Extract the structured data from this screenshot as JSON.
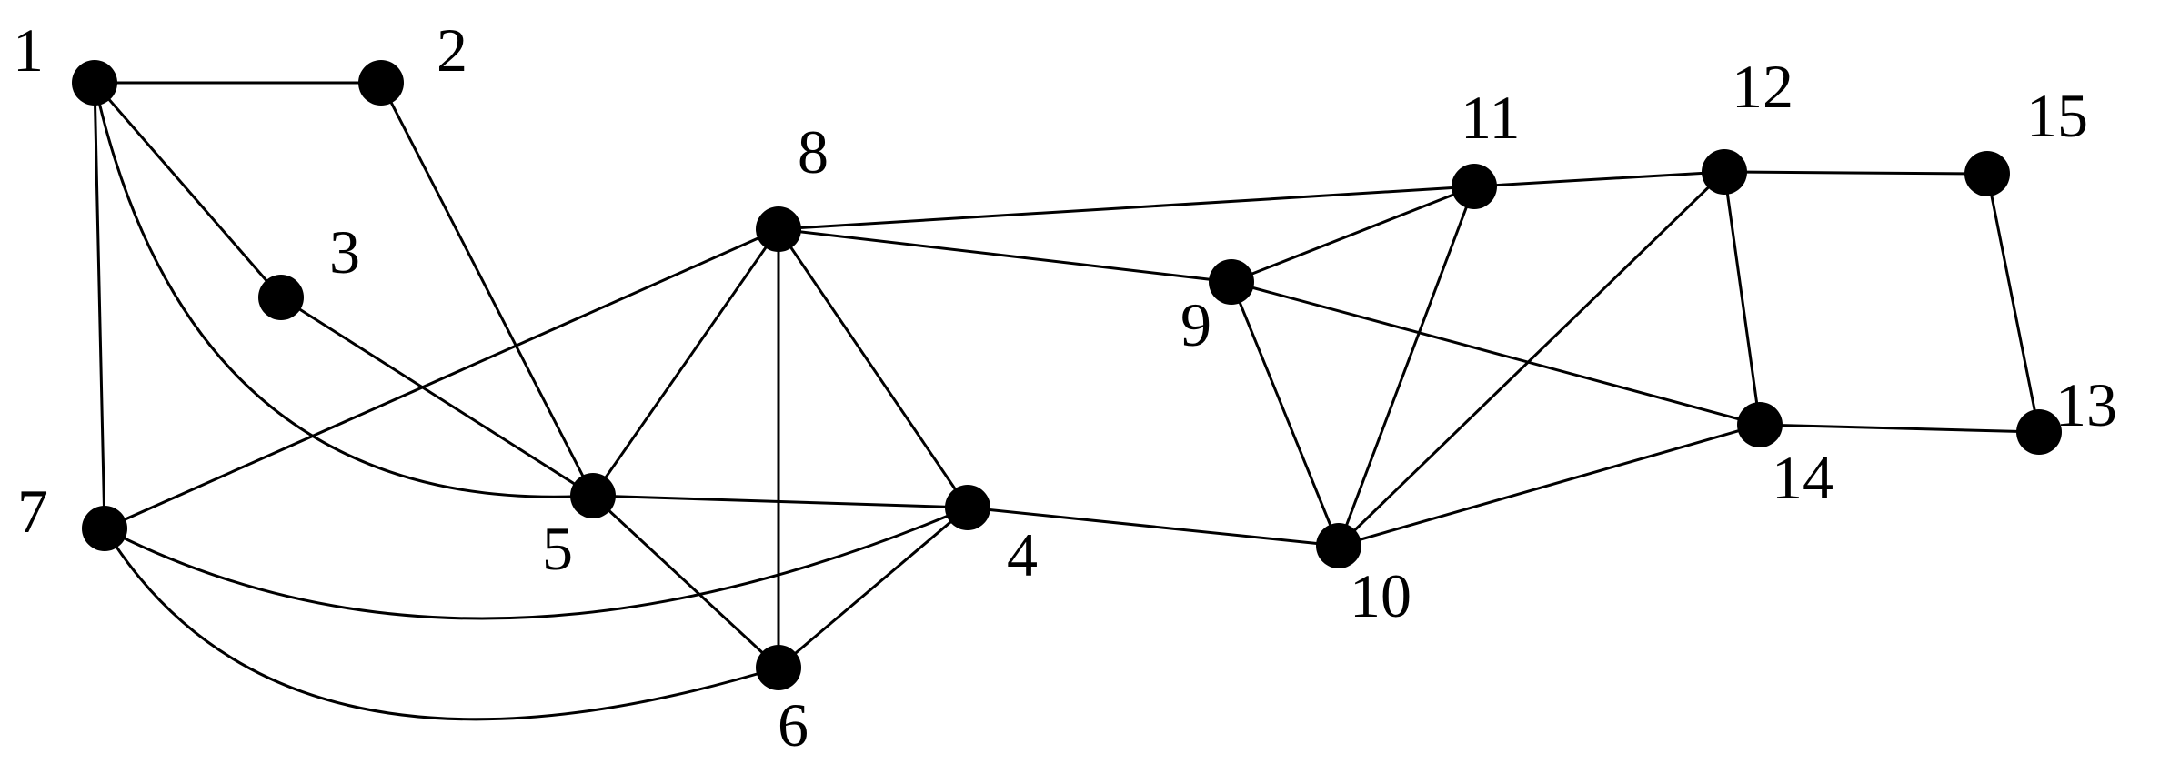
{
  "graph": {
    "nodes": [
      {
        "id": "1",
        "label": "1"
      },
      {
        "id": "2",
        "label": "2"
      },
      {
        "id": "3",
        "label": "3"
      },
      {
        "id": "4",
        "label": "4"
      },
      {
        "id": "5",
        "label": "5"
      },
      {
        "id": "6",
        "label": "6"
      },
      {
        "id": "7",
        "label": "7"
      },
      {
        "id": "8",
        "label": "8"
      },
      {
        "id": "9",
        "label": "9"
      },
      {
        "id": "10",
        "label": "10"
      },
      {
        "id": "11",
        "label": "11"
      },
      {
        "id": "12",
        "label": "12"
      },
      {
        "id": "13",
        "label": "13"
      },
      {
        "id": "14",
        "label": "14"
      },
      {
        "id": "15",
        "label": "15"
      }
    ],
    "edges": [
      [
        "1",
        "2"
      ],
      [
        "1",
        "3"
      ],
      [
        "1",
        "7"
      ],
      [
        "1",
        "5"
      ],
      [
        "2",
        "5"
      ],
      [
        "3",
        "5"
      ],
      [
        "7",
        "8"
      ],
      [
        "7",
        "4"
      ],
      [
        "7",
        "6"
      ],
      [
        "5",
        "8"
      ],
      [
        "5",
        "4"
      ],
      [
        "5",
        "6"
      ],
      [
        "8",
        "6"
      ],
      [
        "8",
        "4"
      ],
      [
        "8",
        "11"
      ],
      [
        "8",
        "9"
      ],
      [
        "4",
        "6"
      ],
      [
        "4",
        "10"
      ],
      [
        "9",
        "11"
      ],
      [
        "9",
        "10"
      ],
      [
        "9",
        "14"
      ],
      [
        "11",
        "10"
      ],
      [
        "11",
        "12"
      ],
      [
        "12",
        "10"
      ],
      [
        "12",
        "14"
      ],
      [
        "12",
        "15"
      ],
      [
        "10",
        "14"
      ],
      [
        "14",
        "13"
      ],
      [
        "15",
        "13"
      ]
    ],
    "colors": {
      "node": "#000000",
      "edge": "#000000",
      "background": "#ffffff"
    }
  }
}
